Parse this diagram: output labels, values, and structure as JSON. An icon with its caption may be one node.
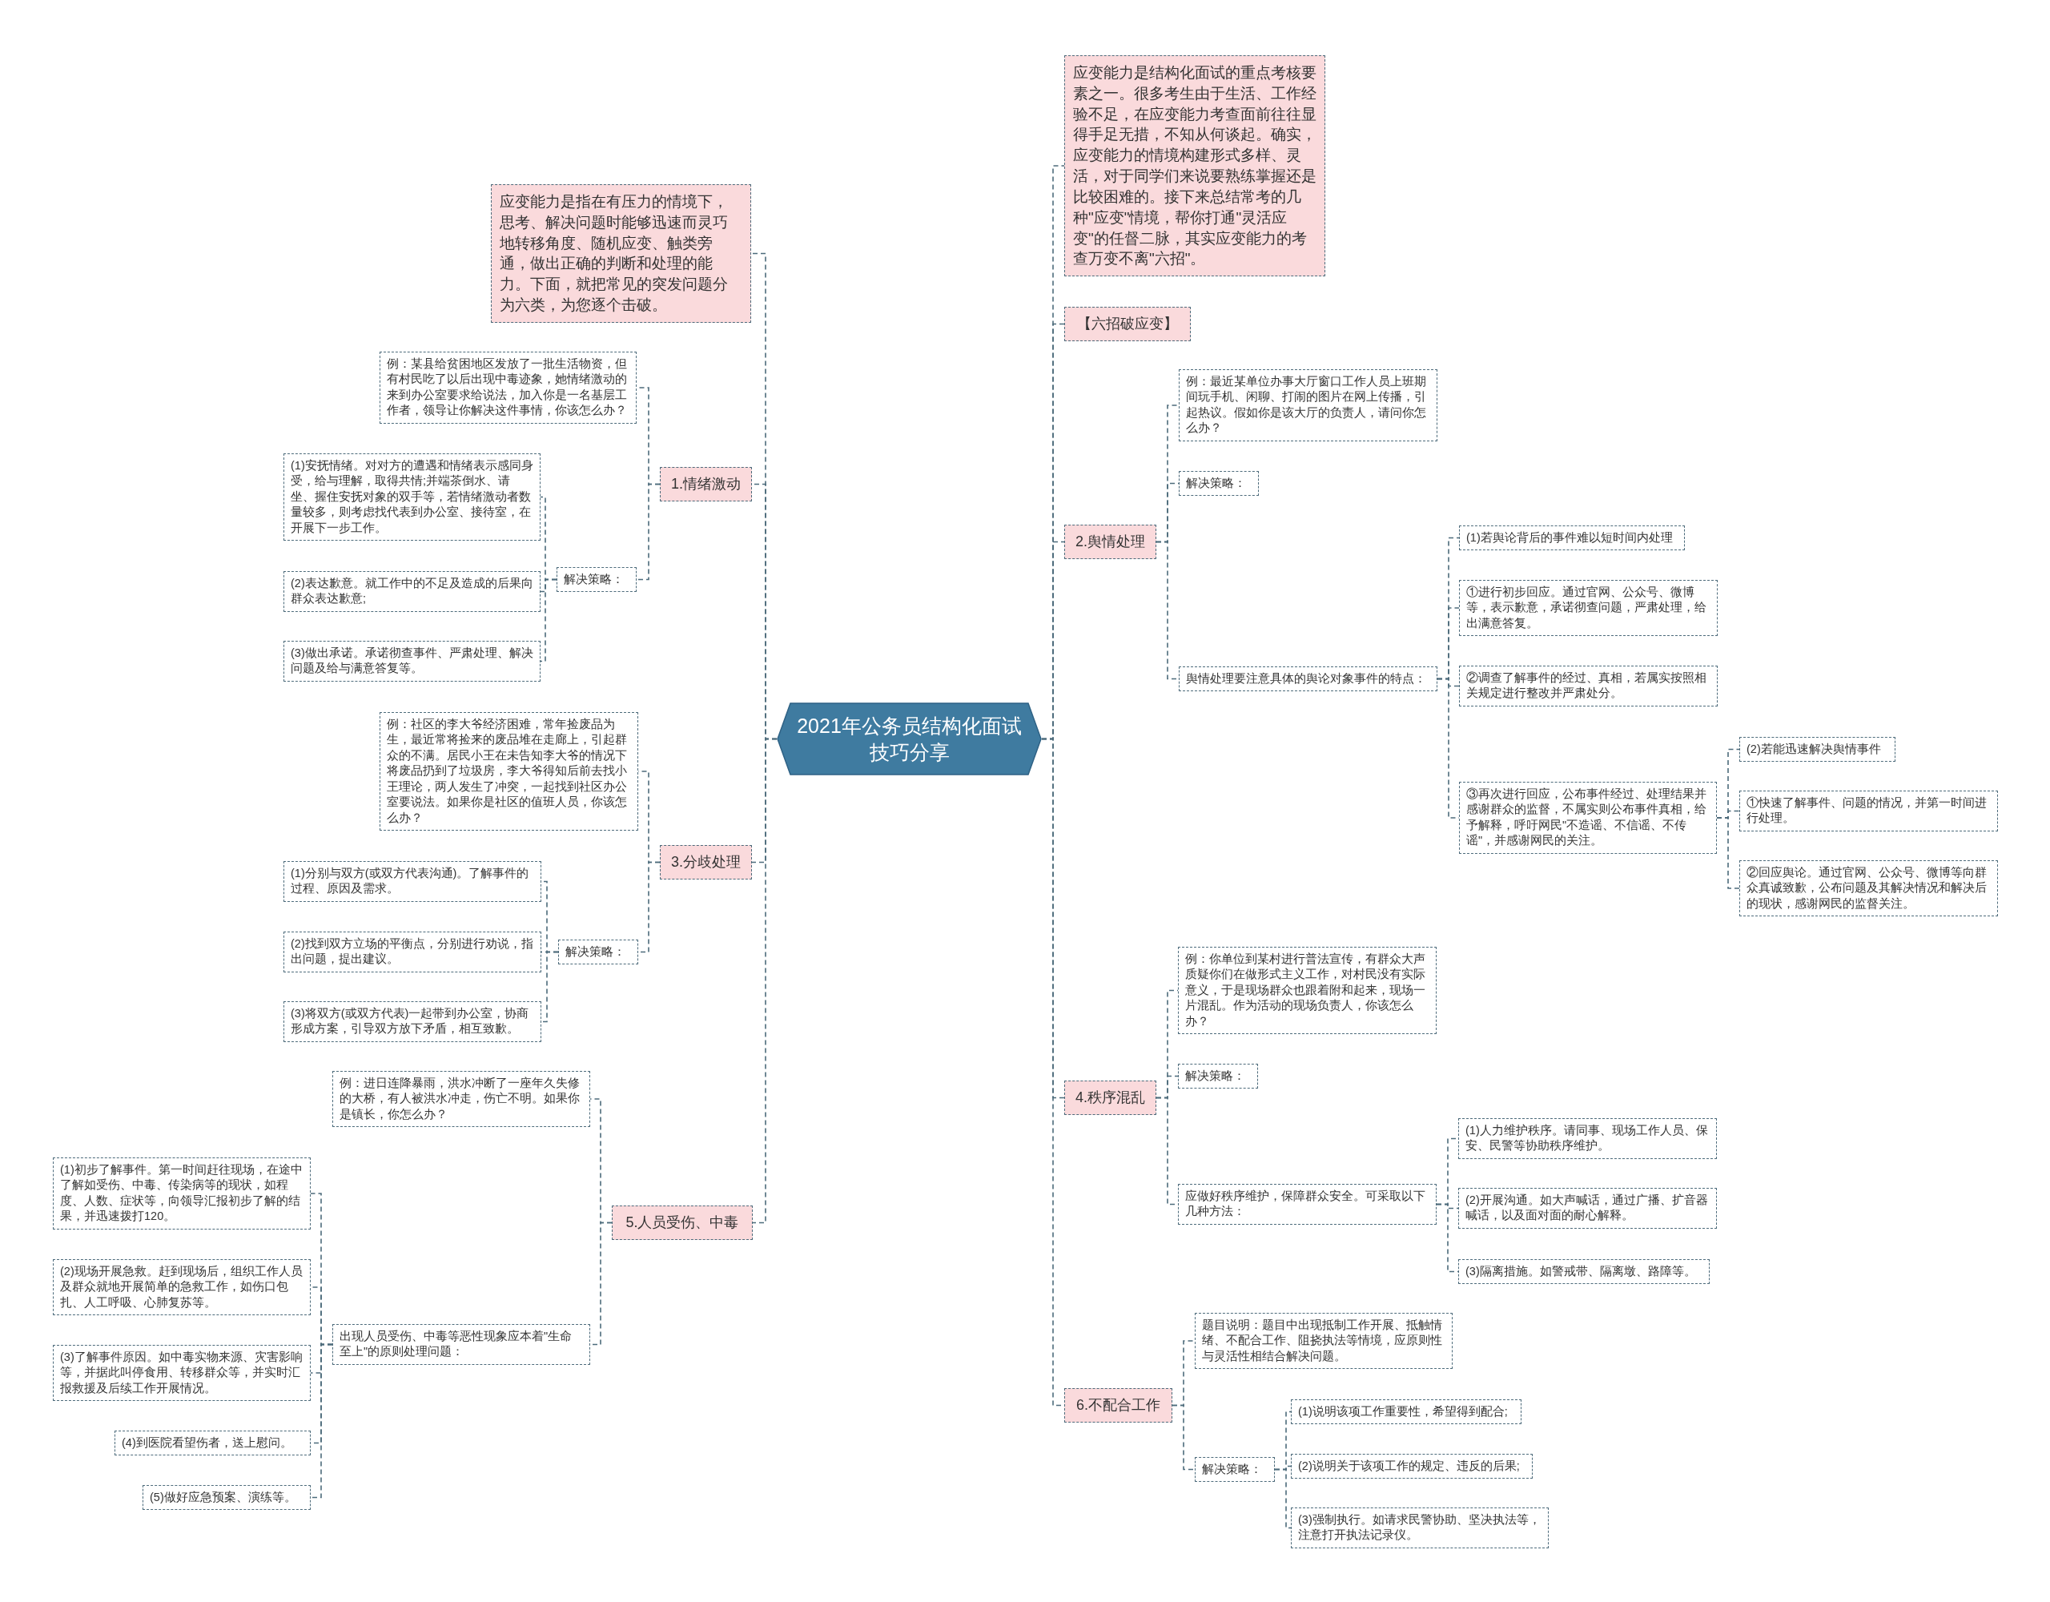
{
  "diagram": {
    "nodes": [
      {
        "text": [
          "2021年公务员结构化面试技巧分享"
        ]
      },
      {
        "text": [
          "应变能力是指在有压力的情境下，思考、解决问题时能够迅速而灵巧地转移角度、随机应变、触类旁通，做出正确的判断和处理的能力。下面，就把常见的突发问题分为六类，为您逐个击破。"
        ]
      },
      {
        "text": [
          "1.情绪激动"
        ]
      },
      {
        "text": [
          "例：某县给贫困地区发放了一批生活物资，但有村民吃了以后出现中毒迹象，她情绪激动的来到办公室要求给说法，加入你是一名基层工作者，领导让你解决这件事情，你该怎么办？"
        ]
      },
      {
        "text": [
          "解决策略："
        ]
      },
      {
        "text": [
          "(1)安抚情绪。对对方的遭遇和情绪表示感同身受，给与理解，取得共情;并端茶倒水、请坐、握住安抚对象的双手等，若情绪激动者数量较多，则考虑找代表到办公室、接待室，在开展下一步工作。"
        ]
      },
      {
        "text": [
          "(2)表达歉意。就工作中的不足及造成的后果向群众表达歉意;"
        ]
      },
      {
        "text": [
          "(3)做出承诺。承诺彻查事件、严肃处理、解决问题及给与满意答复等。"
        ]
      },
      {
        "text": [
          "3.分歧处理"
        ]
      },
      {
        "text": [
          "例：社区的李大爷经济困难，常年捡废品为生，最近常将捡来的废品堆在走廊上，引起群众的不满。居民小王在未告知李大爷的情况下将废品扔到了垃圾房，李大爷得知后前去找小王理论，两人发生了冲突，一起找到社区办公室要说法。如果你是社区的值班人员，你该怎么办？"
        ]
      },
      {
        "text": [
          "解决策略："
        ]
      },
      {
        "text": [
          "(1)分别与双方(或双方代表沟通)。了解事件的过程、原因及需求。"
        ]
      },
      {
        "text": [
          "(2)找到双方立场的平衡点，分别进行劝说，指出问题，提出建议。"
        ]
      },
      {
        "text": [
          "(3)将双方(或双方代表)一起带到办公室，协商形成方案，引导双方放下矛盾，相互致歉。"
        ]
      },
      {
        "text": [
          "5.人员受伤、中毒"
        ]
      },
      {
        "text": [
          "例：进日连降暴雨，洪水冲断了一座年久失修的大桥，有人被洪水冲走，伤亡不明。如果你是镇长，你怎么办？"
        ]
      },
      {
        "text": [
          "出现人员受伤、中毒等恶性现象应本着\"生命至上\"的原则处理问题："
        ]
      },
      {
        "text": [
          "(1)初步了解事件。第一时间赶往现场，在途中了解如受伤、中毒、传染病等的现状，如程度、人数、症状等，向领导汇报初步了解的结果，并迅速拨打120。"
        ]
      },
      {
        "text": [
          "(2)现场开展急救。赶到现场后，组织工作人员及群众就地开展简单的急救工作，如伤口包扎、人工呼吸、心肺复苏等。"
        ]
      },
      {
        "text": [
          "(3)了解事件原因。如中毒实物来源、灾害影响等，并据此叫停食用、转移群众等，并实时汇报救援及后续工作开展情况。"
        ]
      },
      {
        "text": [
          "(4)到医院看望伤者，送上慰问。"
        ]
      },
      {
        "text": [
          "(5)做好应急预案、演练等。"
        ]
      },
      {
        "text": [
          "应变能力是结构化面试的重点考核要素之一。很多考生由于生活、工作经验不足，在应变能力考查面前往往显得手足无措，不知从何谈起。确实，应变能力的情境构建形式多样、灵活，对于同学们来说要熟练掌握还是比较困难的。接下来总结常考的几种\"应变\"情境，帮你打通\"灵活应变\"的任督二脉，其实应变能力的考查万变不离\"六招\"。"
        ]
      },
      {
        "text": [
          "【六招破应变】"
        ]
      },
      {
        "text": [
          "2.舆情处理"
        ]
      },
      {
        "text": [
          "例：最近某单位办事大厅窗口工作人员上班期间玩手机、闲聊、打闹的图片在网上传播，引起热议。假如你是该大厅的负责人，请问你怎么办？"
        ]
      },
      {
        "text": [
          "解决策略："
        ]
      },
      {
        "text": [
          "舆情处理要注意具体的舆论对象事件的特点："
        ]
      },
      {
        "text": [
          "(1)若舆论背后的事件难以短时间内处理"
        ]
      },
      {
        "text": [
          "①进行初步回应。通过官网、公众号、微博等，表示歉意，承诺彻查问题，严肃处理，给出满意答复。"
        ]
      },
      {
        "text": [
          "②调查了解事件的经过、真相，若属实按照相关规定进行整改并严肃处分。"
        ]
      },
      {
        "text": [
          "③再次进行回应，公布事件经过、处理结果并感谢群众的监督，不属实则公布事件真相，给予解释，呼吁网民\"不造谣、不信谣、不传谣\"，并感谢网民的关注。"
        ]
      },
      {
        "text": [
          "(2)若能迅速解决舆情事件"
        ]
      },
      {
        "text": [
          "①快速了解事件、问题的情况，并第一时间进行处理。"
        ]
      },
      {
        "text": [
          "②回应舆论。通过官网、公众号、微博等向群众真诚致歉，公布问题及其解决情况和解决后的现状，感谢网民的监督关注。"
        ]
      },
      {
        "text": [
          "4.秩序混乱"
        ]
      },
      {
        "text": [
          "例：你单位到某村进行普法宣传，有群众大声质疑你们在做形式主义工作，对村民没有实际意义，于是现场群众也跟着附和起来，现场一片混乱。作为活动的现场负责人，你该怎么办？"
        ]
      },
      {
        "text": [
          "解决策略："
        ]
      },
      {
        "text": [
          "应做好秩序维护，保障群众安全。可采取以下几种方法："
        ]
      },
      {
        "text": [
          "(1)人力维护秩序。请同事、现场工作人员、保安、民警等协助秩序维护。"
        ]
      },
      {
        "text": [
          "(2)开展沟通。如大声喊话，通过广播、扩音器喊话，以及面对面的耐心解释。"
        ]
      },
      {
        "text": [
          "(3)隔离措施。如警戒带、隔离墩、路障等。"
        ]
      },
      {
        "text": [
          "6.不配合工作"
        ]
      },
      {
        "text": [
          "题目说明：题目中出现抵制工作开展、抵触情绪、不配合工作、阻挠执法等情境，应原则性与灵活性相结合解决问题。"
        ]
      },
      {
        "text": [
          "解决策略："
        ]
      },
      {
        "text": [
          "(1)说明该项工作重要性，希望得到配合;"
        ]
      },
      {
        "text": [
          "(2)说明关于该项工作的规定、违反的后果;"
        ]
      },
      {
        "text": [
          "(3)强制执行。如请求民警协助、坚决执法等，注意打开执法记录仪。"
        ]
      }
    ],
    "edges": [
      {
        "from": 0,
        "to": 1,
        "arrow": "none"
      },
      {
        "from": 0,
        "to": 2,
        "arrow": "none"
      },
      {
        "from": 0,
        "to": 8,
        "arrow": "none"
      },
      {
        "from": 0,
        "to": 14,
        "arrow": "none"
      },
      {
        "from": 0,
        "to": 22,
        "arrow": "none"
      },
      {
        "from": 0,
        "to": 23,
        "arrow": "none"
      },
      {
        "from": 0,
        "to": 24,
        "arrow": "none"
      },
      {
        "from": 0,
        "to": 35,
        "arrow": "none"
      },
      {
        "from": 0,
        "to": 42,
        "arrow": "none"
      },
      {
        "from": 2,
        "to": 3,
        "arrow": "none"
      },
      {
        "from": 2,
        "to": 4,
        "arrow": "none"
      },
      {
        "from": 4,
        "to": 5,
        "arrow": "none"
      },
      {
        "from": 4,
        "to": 6,
        "arrow": "none"
      },
      {
        "from": 4,
        "to": 7,
        "arrow": "none"
      },
      {
        "from": 8,
        "to": 9,
        "arrow": "none"
      },
      {
        "from": 8,
        "to": 10,
        "arrow": "none"
      },
      {
        "from": 10,
        "to": 11,
        "arrow": "none"
      },
      {
        "from": 10,
        "to": 12,
        "arrow": "none"
      },
      {
        "from": 10,
        "to": 13,
        "arrow": "none"
      },
      {
        "from": 14,
        "to": 15,
        "arrow": "none"
      },
      {
        "from": 14,
        "to": 16,
        "arrow": "none"
      },
      {
        "from": 16,
        "to": 17,
        "arrow": "none"
      },
      {
        "from": 16,
        "to": 18,
        "arrow": "none"
      },
      {
        "from": 16,
        "to": 19,
        "arrow": "none"
      },
      {
        "from": 16,
        "to": 20,
        "arrow": "none"
      },
      {
        "from": 16,
        "to": 21,
        "arrow": "none"
      },
      {
        "from": 24,
        "to": 25,
        "arrow": "none"
      },
      {
        "from": 24,
        "to": 26,
        "arrow": "none"
      },
      {
        "from": 24,
        "to": 27,
        "arrow": "none"
      },
      {
        "from": 27,
        "to": 28,
        "arrow": "none"
      },
      {
        "from": 27,
        "to": 29,
        "arrow": "none"
      },
      {
        "from": 27,
        "to": 30,
        "arrow": "none"
      },
      {
        "from": 27,
        "to": 31,
        "arrow": "none"
      },
      {
        "from": 31,
        "to": 32,
        "arrow": "none"
      },
      {
        "from": 31,
        "to": 33,
        "arrow": "none"
      },
      {
        "from": 31,
        "to": 34,
        "arrow": "none"
      },
      {
        "from": 35,
        "to": 36,
        "arrow": "none"
      },
      {
        "from": 35,
        "to": 37,
        "arrow": "none"
      },
      {
        "from": 35,
        "to": 38,
        "arrow": "none"
      },
      {
        "from": 38,
        "to": 39,
        "arrow": "none"
      },
      {
        "from": 38,
        "to": 40,
        "arrow": "none"
      },
      {
        "from": 38,
        "to": 41,
        "arrow": "none"
      },
      {
        "from": 42,
        "to": 43,
        "arrow": "none"
      },
      {
        "from": 42,
        "to": 44,
        "arrow": "none"
      },
      {
        "from": 44,
        "to": 45,
        "arrow": "none"
      },
      {
        "from": 44,
        "to": 46,
        "arrow": "none"
      },
      {
        "from": 44,
        "to": 47,
        "arrow": "none"
      }
    ]
  }
}
